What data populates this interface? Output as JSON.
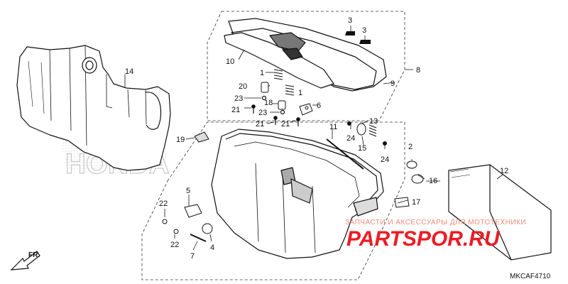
{
  "diagram": {
    "code": "MKCAF4710",
    "front_indicator": "FR.",
    "brand_watermark": "HONDA",
    "watermark_line1": "ЗАПЧАСТИ И АКСЕССУАРЫ ДЛЯ МОТОТЕХНИКИ",
    "watermark_line2": "PARTSPOR.RU",
    "callouts": [
      {
        "id": "c1a",
        "text": "1"
      },
      {
        "id": "c1b",
        "text": "1"
      },
      {
        "id": "c2",
        "text": "2"
      },
      {
        "id": "c3a",
        "text": "3"
      },
      {
        "id": "c3b",
        "text": "3"
      },
      {
        "id": "c4",
        "text": "4"
      },
      {
        "id": "c5",
        "text": "5"
      },
      {
        "id": "c6",
        "text": "6"
      },
      {
        "id": "c7",
        "text": "7"
      },
      {
        "id": "c8",
        "text": "8"
      },
      {
        "id": "c9",
        "text": "9"
      },
      {
        "id": "c10",
        "text": "10"
      },
      {
        "id": "c11",
        "text": "11"
      },
      {
        "id": "c12",
        "text": "12"
      },
      {
        "id": "c13",
        "text": "13"
      },
      {
        "id": "c14",
        "text": "14"
      },
      {
        "id": "c15",
        "text": "15"
      },
      {
        "id": "c16",
        "text": "16"
      },
      {
        "id": "c17",
        "text": "17"
      },
      {
        "id": "c18",
        "text": "18"
      },
      {
        "id": "c19",
        "text": "19"
      },
      {
        "id": "c20",
        "text": "20"
      },
      {
        "id": "c21a",
        "text": "21"
      },
      {
        "id": "c21b",
        "text": "21"
      },
      {
        "id": "c21c",
        "text": "21"
      },
      {
        "id": "c22a",
        "text": "22"
      },
      {
        "id": "c22b",
        "text": "22"
      },
      {
        "id": "c23a",
        "text": "23"
      },
      {
        "id": "c23b",
        "text": "23"
      },
      {
        "id": "c24a",
        "text": "24"
      },
      {
        "id": "c24b",
        "text": "24"
      }
    ]
  }
}
